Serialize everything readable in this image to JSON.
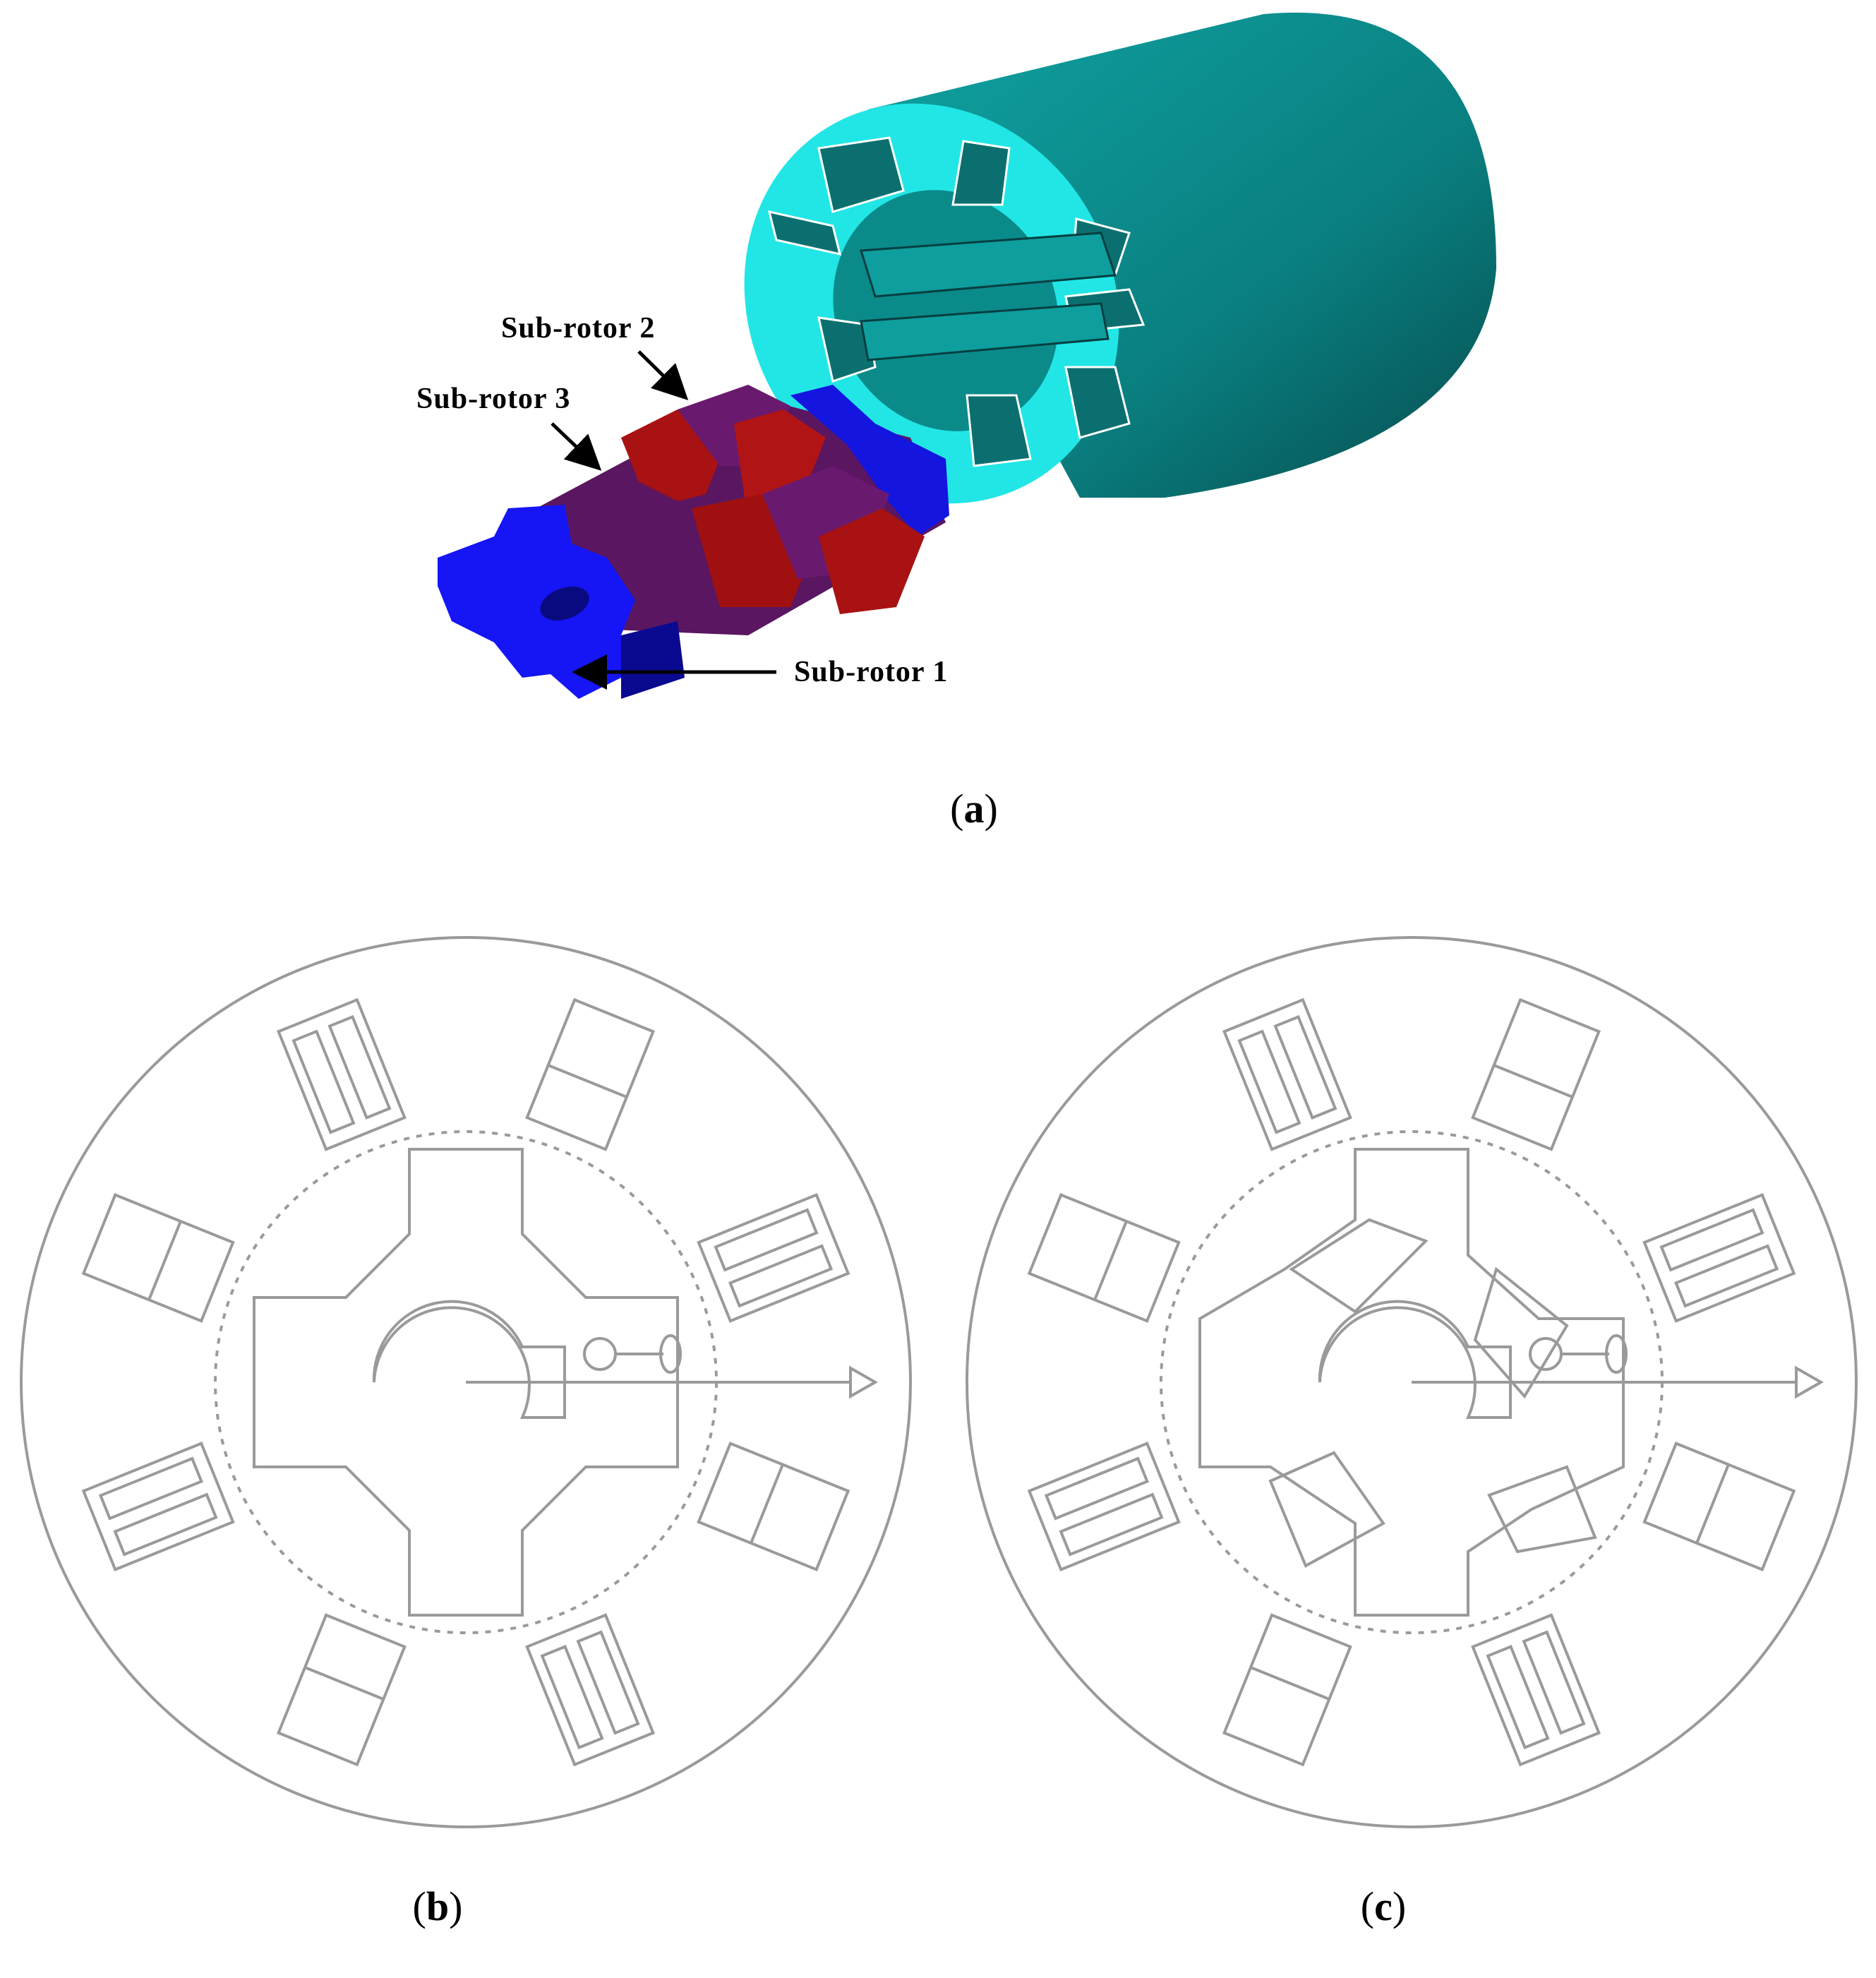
{
  "figure": {
    "panels": [
      {
        "id": "a",
        "label_open": "(",
        "label_letter": "a",
        "label_close": ")"
      },
      {
        "id": "b",
        "label_open": "(",
        "label_letter": "b",
        "label_close": ")"
      },
      {
        "id": "c",
        "label_open": "(",
        "label_letter": "c",
        "label_close": ")"
      }
    ],
    "callouts": {
      "sub_rotor_1": "Sub-rotor 1",
      "sub_rotor_2": "Sub-rotor 2",
      "sub_rotor_3": "Sub-rotor 3"
    },
    "colors": {
      "stator_face": "#22e6e6",
      "stator_body": "#0a8a8a",
      "stator_dark": "#0b5f60",
      "rotor_blue": "#1010f0",
      "rotor_red": "#b01010",
      "rotor_purple": "#6a1a6e",
      "line_gray": "#9a9a9a"
    }
  }
}
